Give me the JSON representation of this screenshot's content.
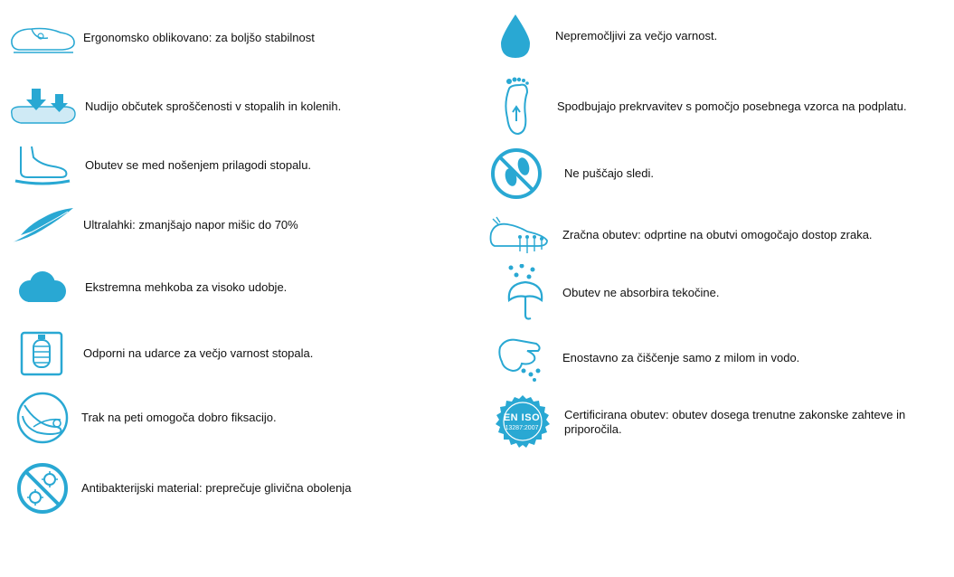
{
  "accent_color": "#29a8d3",
  "left_features": [
    {
      "icon": "clog-shoe-icon",
      "text": "Ergonomsko oblikovano: za boljšo stabilnost"
    },
    {
      "icon": "insole-arrows-icon",
      "text": "Nudijo občutek sproščenosti v stopalih in kolenih."
    },
    {
      "icon": "foot-outline-icon",
      "text": "Obutev se med nošenjem prilagodi stopalu."
    },
    {
      "icon": "feather-icon",
      "text": "Ultralahki: zmanjšajo napor mišic do 70%"
    },
    {
      "icon": "cloud-icon",
      "text": "Ekstremna mehkoba za visoko udobje."
    },
    {
      "icon": "spring-icon",
      "text": "Odporni na udarce za večjo varnost stopala."
    },
    {
      "icon": "heel-strap-icon",
      "text": "Trak na peti omogoča dobro fiksacijo."
    },
    {
      "icon": "no-bacteria-icon",
      "text": "Antibakterijski material: preprečuje glivična obolenja"
    }
  ],
  "right_features": [
    {
      "icon": "water-drop-icon",
      "text": "Nepremočljivi za večjo varnost."
    },
    {
      "icon": "footprint-circulation-icon",
      "text": "Spodbujajo prekrvavitev s pomočjo posebnega vzorca na podplatu."
    },
    {
      "icon": "no-footprints-icon",
      "text": "Ne puščajo sledi."
    },
    {
      "icon": "breathable-shoe-icon",
      "text": "Zračna obutev: odprtine na obutvi omogočajo dostop zraka."
    },
    {
      "icon": "umbrella-rain-icon",
      "text": "Obutev ne absorbira tekočine."
    },
    {
      "icon": "washing-hand-icon",
      "text": "Enostavno za čiščenje samo z milom in vodo."
    },
    {
      "icon": "en-iso-seal-icon",
      "text": "Certificirana obutev: obutev dosega trenutne zakonske zahteve in priporočila.",
      "seal_text": "EN ISO",
      "seal_subtext": "13287:2007"
    }
  ]
}
